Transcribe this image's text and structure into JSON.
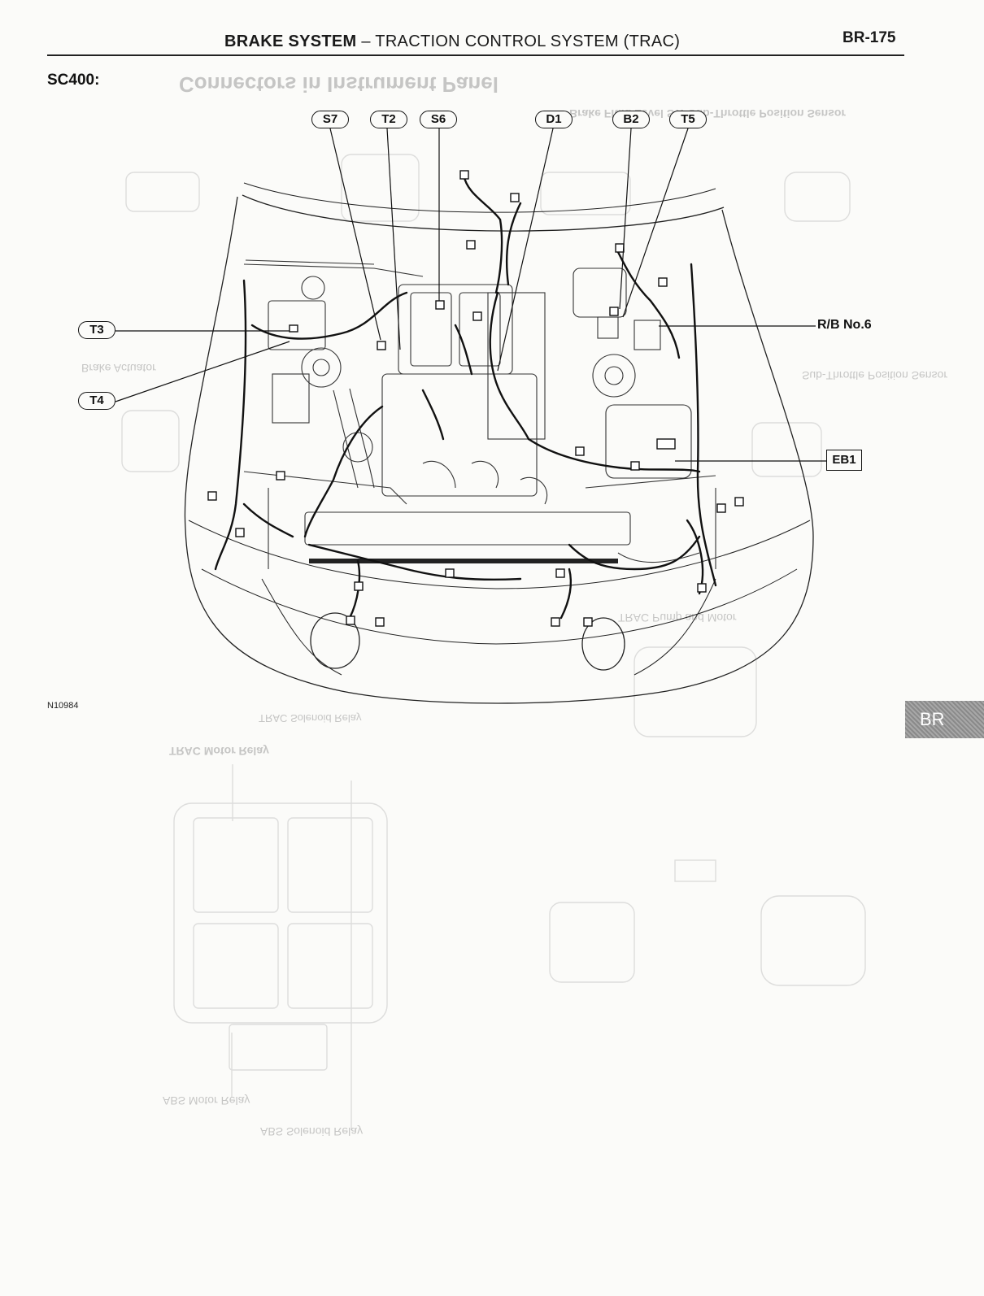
{
  "header": {
    "section": "BRAKE SYSTEM",
    "separator": " – ",
    "subsection": "TRACTION CONTROL SYSTEM (TRAC)",
    "page": "BR-175"
  },
  "model": "SC400:",
  "figure_code": "N10984",
  "side_tab": "BR",
  "callouts": {
    "s7": "S7",
    "t2": "T2",
    "s6": "S6",
    "d1": "D1",
    "b2": "B2",
    "t5": "T5",
    "t3": "T3",
    "t4": "T4",
    "rb6": "R/B No.6",
    "eb1": "EB1"
  },
  "bleed_through": {
    "top_heading": "Connectors in Instrument Panel",
    "top_labels": "Brake Fluid Level SW      Sub-Throttle Position Sensor",
    "mid_label": "Sub-Throttle Position Sensor",
    "brake_actuator": "Brake Actuator",
    "pump": "TRAC Pump and Motor",
    "motor_relay": "TRAC Motor Relay",
    "solenoid_relay": "TRAC Solenoid Relay",
    "abs_motor_relay": "ABS Motor Relay",
    "abs_solenoid_relay": "ABS Solenoid Relay"
  }
}
